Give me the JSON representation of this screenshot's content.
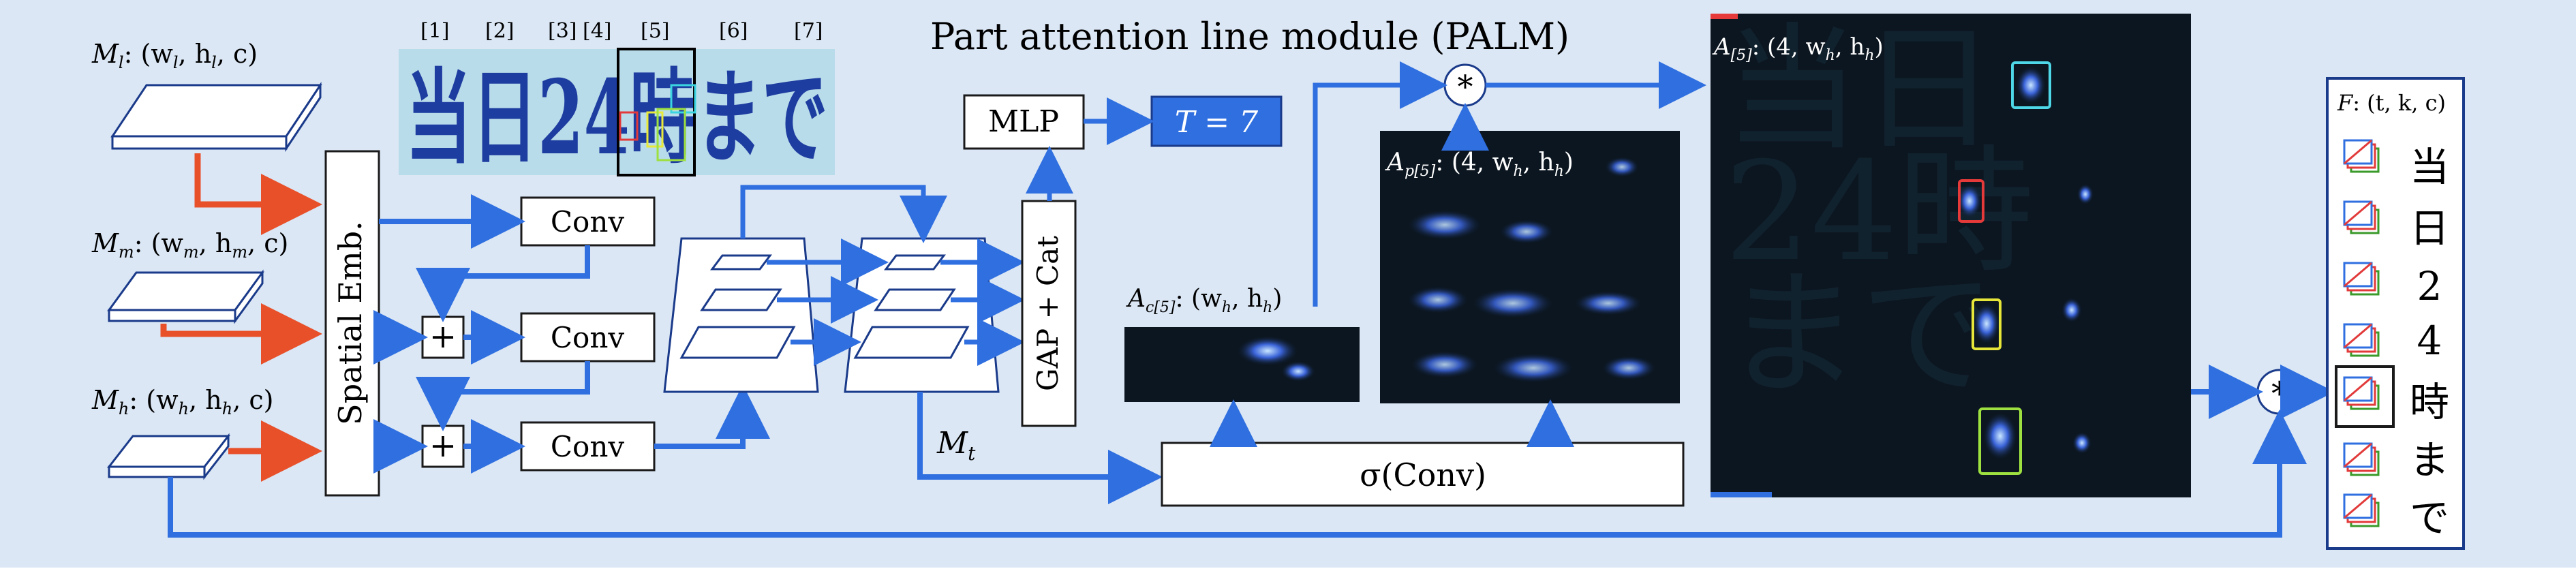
{
  "title": "Part attention line module (PALM)",
  "inputs": {
    "ml_label": "M",
    "ml_sub": "l",
    "ml_shape": ": (w",
    "ml_shape2": ", h",
    "ml_shape3": ", c)",
    "ml_sub_w": "l",
    "ml_sub_h": "l",
    "mm_label": "M",
    "mm_sub": "m",
    "mm_sub_w": "m",
    "mm_sub_h": "m",
    "mh_label": "M",
    "mh_sub": "h",
    "mh_sub_w": "h",
    "mh_sub_h": "h"
  },
  "spatial_emb": "Spatial Emb.",
  "conv": "Conv",
  "plus": "+",
  "mlp": "MLP",
  "t_out": "T = 7",
  "gap_cat": "GAP + Cat",
  "mt": "M",
  "mt_sub": "t",
  "sigma_conv": "σ(Conv)",
  "star": "*",
  "char_indices": [
    "[1]",
    "[2]",
    "[3]",
    "[4]",
    "[5]",
    "[6]",
    "[7]"
  ],
  "image_text": "当日24時まで",
  "ac_label": "A",
  "ac_sub": "c[5]",
  "ac_shape": ": (w",
  "ac_shape_sub_w": "h",
  "ac_shape2": ", h",
  "ac_shape_sub_h": "h",
  "ac_shape3": ")",
  "ap_label": "A",
  "ap_sub": "p[5]",
  "ap_shape": ": (4, w",
  "ap_shape_sub_w": "h",
  "ap_shape2": ", h",
  "ap_shape_sub_h": "h",
  "ap_shape3": ")",
  "a5_label": "A",
  "a5_sub": "[5]",
  "a5_shape": ": (4, w",
  "a5_shape_sub_w": "h",
  "a5_shape2": ", h",
  "a5_shape_sub_h": "h",
  "a5_shape3": ")",
  "f_label": "F",
  "f_shape": ": (t, k, c)",
  "output_chars": [
    "当",
    "日",
    "2",
    "4",
    "時",
    "ま",
    "で"
  ],
  "colors": {
    "arrow_blue": "#2f6fe0",
    "arrow_red": "#e8502a",
    "t_box": "#2f6fe0",
    "background": "#dbe7f5"
  }
}
